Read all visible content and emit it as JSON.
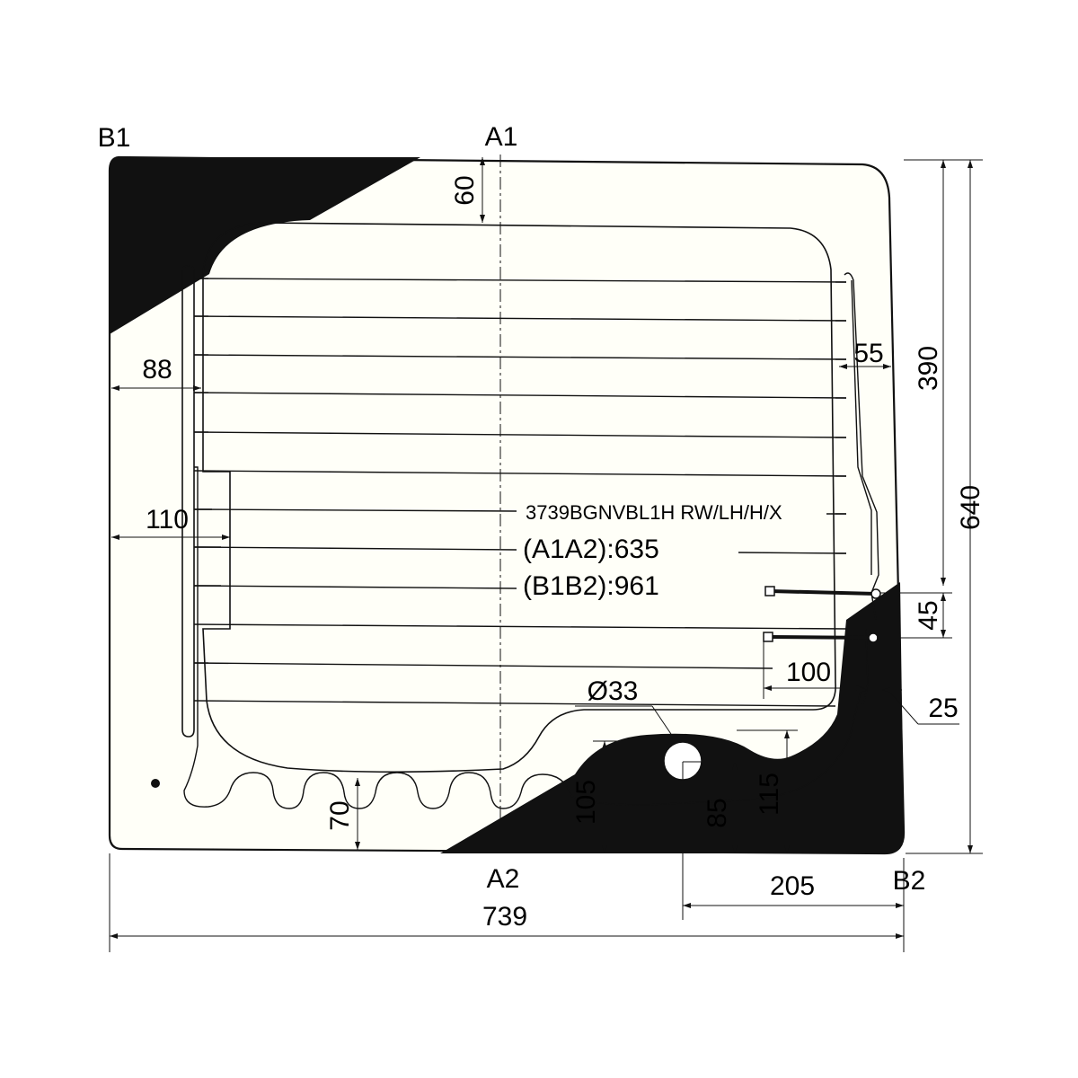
{
  "points": {
    "b1": "B1",
    "a1": "A1",
    "a2": "A2",
    "b2": "B2"
  },
  "dimensions": {
    "d60": "60",
    "d88": "88",
    "d110": "110",
    "d55": "55",
    "d390": "390",
    "d640": "640",
    "d45": "45",
    "d100": "100",
    "d25": "25",
    "d33": "Ø33",
    "d105": "105",
    "d85": "85",
    "d115": "115",
    "d70": "70",
    "d205": "205",
    "d739": "739"
  },
  "part": {
    "code": "3739BGNVBL1H RW/LH/H/X",
    "a1a2": "(A1A2):635",
    "b1b2": "(B1B2):961"
  },
  "colors": {
    "ink": "#111111",
    "glass": "#fffff8",
    "background": "#ffffff"
  }
}
